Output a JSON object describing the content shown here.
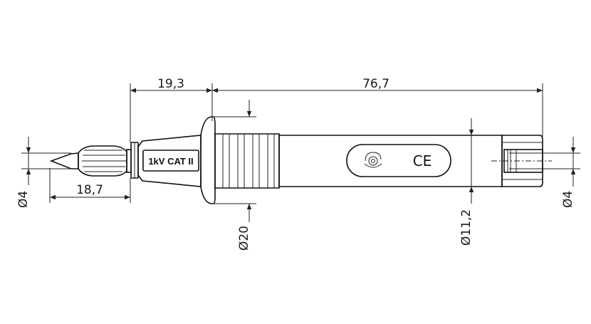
{
  "drawing": {
    "dimensions": {
      "collar_length": "19,3",
      "body_length": "76,7",
      "tip_length": "18,7",
      "tip_diameter": "Ø4",
      "collar_diameter": "Ø20",
      "body_diameter": "Ø11,2",
      "socket_diameter": "Ø4"
    },
    "marking": "1kV CAT II",
    "ce_mark": "CE",
    "symbol_icon": "spiral-symbol-icon"
  }
}
